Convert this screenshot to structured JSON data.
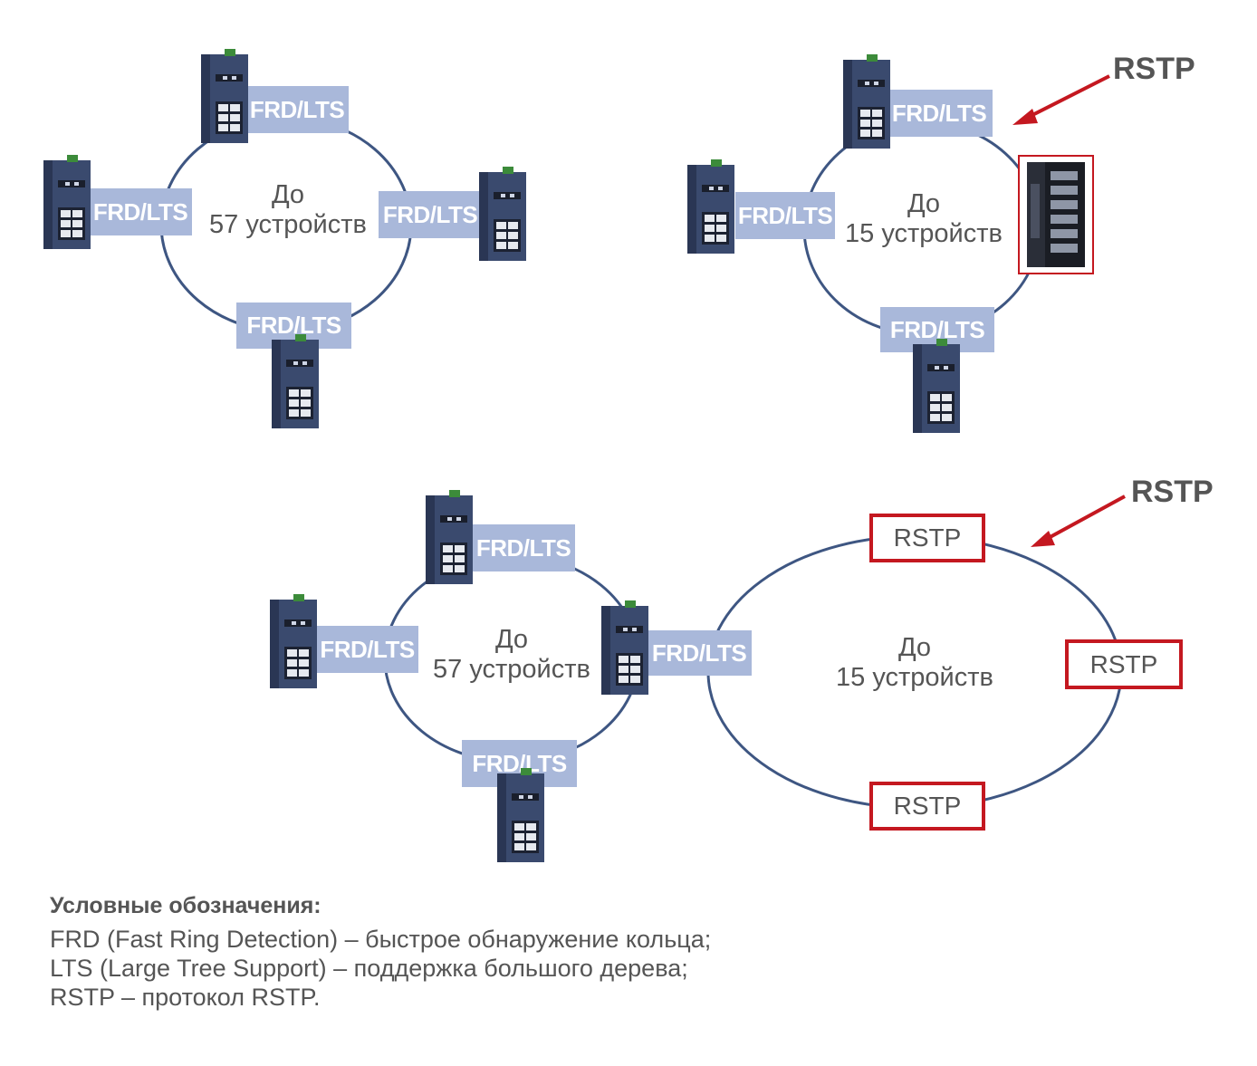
{
  "labels": {
    "frd_lts": "FRD/LTS",
    "rstp": "RSTP",
    "up_to": "До",
    "devices_57": "57 устройств",
    "devices_15": "15 устройств"
  },
  "legend": {
    "title": "Условные обозначения:",
    "lines": [
      "FRD (Fast Ring Detection) – быстрое обнаружение кольца;",
      "LTS (Large Tree Support) – поддержка большого дерева;",
      "RSTP – протокол RSTP."
    ]
  },
  "colors": {
    "ring": "#3e5682",
    "label_bg": "#a9b8da",
    "rstp_red": "#c41820",
    "text": "#555555"
  },
  "icons": {
    "switch": "din-rail-switch-icon",
    "rack_switch": "rstp-rack-switch-icon",
    "arrow": "red-arrow-icon"
  }
}
